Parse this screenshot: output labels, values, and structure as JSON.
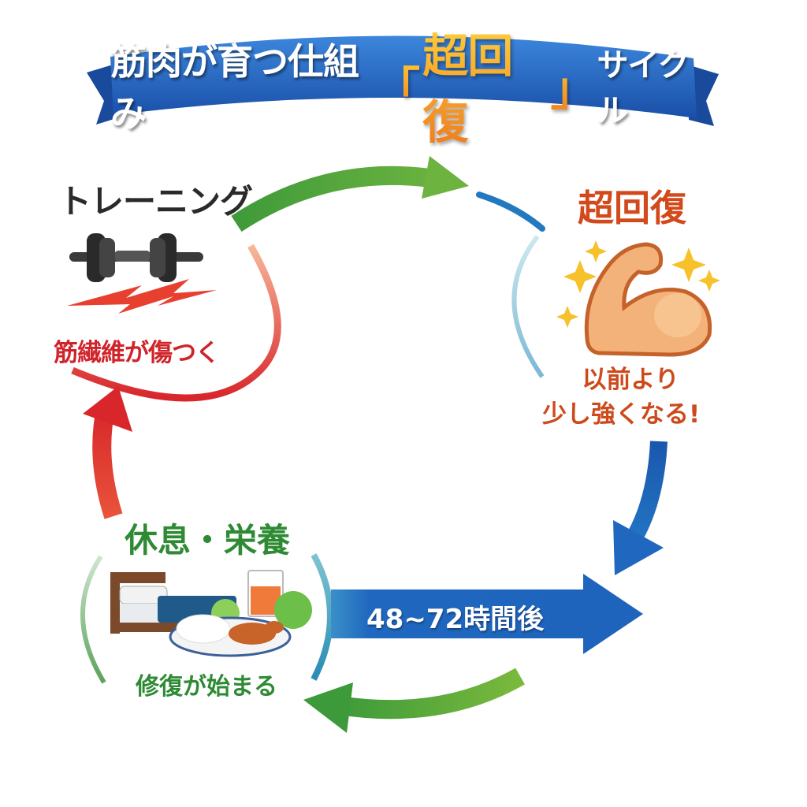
{
  "banner": {
    "title_prefix": "筋肉が育つ仕組み",
    "bracket_open": "「",
    "highlight": "超回復",
    "bracket_close": "」",
    "title_suffix": "サイクル",
    "color": "#1f5fb8"
  },
  "stages": {
    "training": {
      "title": "トレーニング",
      "description": "筋繊維が傷つく",
      "icons": [
        "dumbbell-icon",
        "lightning-damage-icon"
      ],
      "color": "#d1232a"
    },
    "supercompensation": {
      "title": "超回復",
      "description_line1": "以前より",
      "description_line2": "少し強くなる!",
      "icons": [
        "flexed-bicep-icon",
        "sparkle-icon"
      ],
      "color": "#d24a1c"
    },
    "rest": {
      "title": "休息・栄養",
      "description": "修復が始まる",
      "icons": [
        "bed-icon",
        "meal-plate-icon",
        "juice-glass-icon",
        "broccoli-icon"
      ],
      "color": "#2f8a34"
    }
  },
  "timeline": {
    "label": "48~72時間後",
    "color": "#1f67bf"
  },
  "arrows": [
    {
      "from": "training",
      "to": "supercompensation",
      "color": "#4caf3a"
    },
    {
      "from": "supercompensation",
      "to": "timeline",
      "color": "#1f67bf"
    },
    {
      "from": "timeline",
      "to": "rest",
      "color": "#4caf3a"
    },
    {
      "from": "rest",
      "to": "training",
      "color": "#e0392b"
    }
  ]
}
